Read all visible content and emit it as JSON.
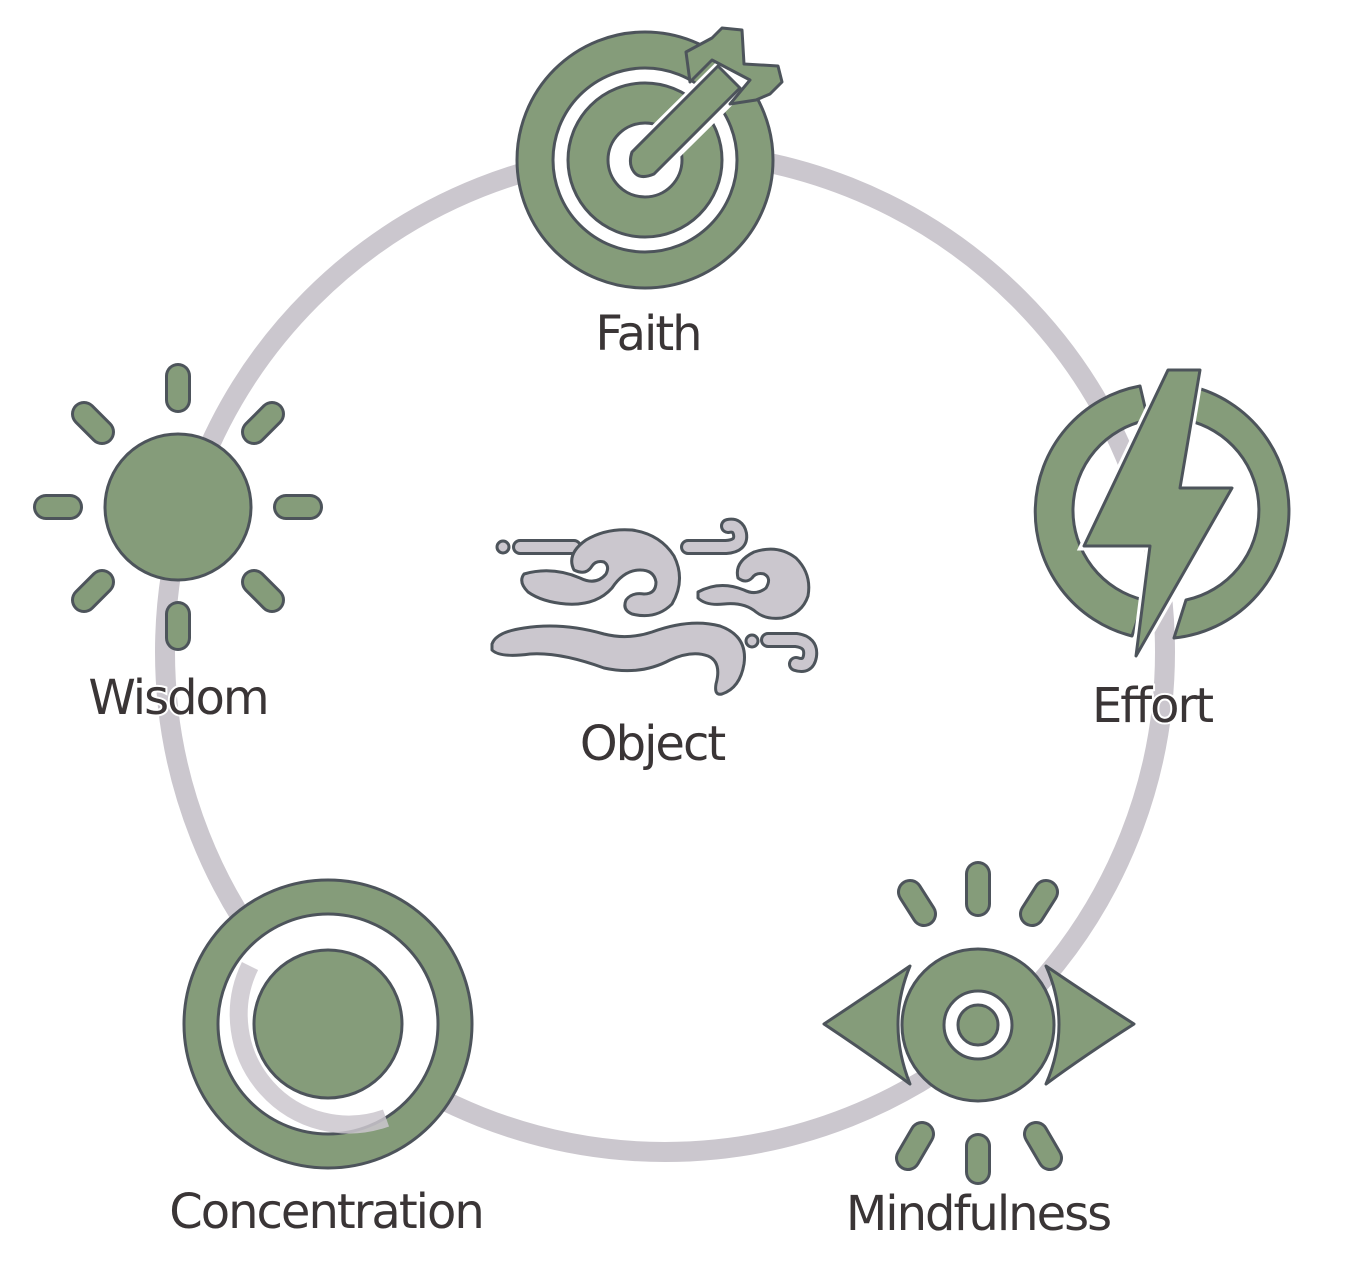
{
  "center": {
    "label": "Object",
    "icon": "wind-icon"
  },
  "nodes": [
    {
      "id": "faith",
      "label": "Faith",
      "icon": "target-arrow-icon"
    },
    {
      "id": "effort",
      "label": "Effort",
      "icon": "power-bolt-icon"
    },
    {
      "id": "mindfulness",
      "label": "Mindfulness",
      "icon": "eye-icon"
    },
    {
      "id": "concentration",
      "label": "Concentration",
      "icon": "bullseye-icon"
    },
    {
      "id": "wisdom",
      "label": "Wisdom",
      "icon": "sun-icon"
    }
  ],
  "colors": {
    "icon_fill": "#859c7a",
    "icon_outline": "#4d545b",
    "ring": "#cbc7ce",
    "center_icon_fill": "#cbc7ce",
    "text": "#3a3536",
    "background": "#ffffff"
  }
}
